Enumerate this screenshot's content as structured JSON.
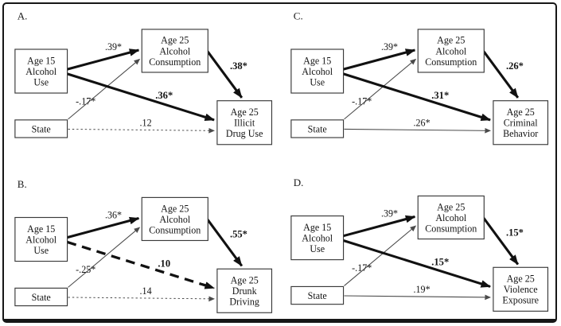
{
  "figure": {
    "description": "Four-panel path model diagram",
    "colors": {
      "background": "#ffffff",
      "frame_border": "#161616",
      "box_border": "#3a3a3a",
      "thick_path": "#111111",
      "thin_path": "#4a4a4a",
      "text": "#141414"
    },
    "panels": [
      {
        "id": "a",
        "label": "A.",
        "boxes": {
          "predictor": [
            "Age 15",
            "Alcohol",
            "Use"
          ],
          "covariate": [
            "State"
          ],
          "mediator": [
            "Age 25",
            "Alcohol",
            "Consumption"
          ],
          "outcome": [
            "Age 25",
            "Illicit",
            "Drug Use"
          ]
        },
        "paths": [
          {
            "name": "predictor-to-mediator",
            "label": ".39*",
            "style": "thick-solid",
            "bold": false
          },
          {
            "name": "covariate-to-mediator",
            "label": "-.17*",
            "style": "thin-solid",
            "bold": false
          },
          {
            "name": "predictor-to-outcome",
            "label": ".36*",
            "style": "thick-solid",
            "bold": true
          },
          {
            "name": "mediator-to-outcome",
            "label": ".38*",
            "style": "thick-solid",
            "bold": true
          },
          {
            "name": "covariate-to-outcome",
            "label": ".12",
            "style": "thin-dotted",
            "bold": false
          }
        ]
      },
      {
        "id": "b",
        "label": "B.",
        "boxes": {
          "predictor": [
            "Age 15",
            "Alcohol",
            "Use"
          ],
          "covariate": [
            "State"
          ],
          "mediator": [
            "Age 25",
            "Alcohol",
            "Consumption"
          ],
          "outcome": [
            "Age 25",
            "Drunk",
            "Driving"
          ]
        },
        "paths": [
          {
            "name": "predictor-to-mediator",
            "label": ".36*",
            "style": "thick-solid",
            "bold": false
          },
          {
            "name": "covariate-to-mediator",
            "label": "-.25*",
            "style": "thin-solid",
            "bold": false
          },
          {
            "name": "predictor-to-outcome",
            "label": ".10",
            "style": "thick-dashed",
            "bold": true
          },
          {
            "name": "mediator-to-outcome",
            "label": ".55*",
            "style": "thick-solid",
            "bold": true
          },
          {
            "name": "covariate-to-outcome",
            "label": ".14",
            "style": "thin-dotted",
            "bold": false
          }
        ]
      },
      {
        "id": "c",
        "label": "C.",
        "boxes": {
          "predictor": [
            "Age 15",
            "Alcohol",
            "Use"
          ],
          "covariate": [
            "State"
          ],
          "mediator": [
            "Age 25",
            "Alcohol",
            "Consumption"
          ],
          "outcome": [
            "Age 25",
            "Criminal",
            "Behavior"
          ]
        },
        "paths": [
          {
            "name": "predictor-to-mediator",
            "label": ".39*",
            "style": "thick-solid",
            "bold": false
          },
          {
            "name": "covariate-to-mediator",
            "label": "-.17*",
            "style": "thin-solid",
            "bold": false
          },
          {
            "name": "predictor-to-outcome",
            "label": ".31*",
            "style": "thick-solid",
            "bold": true
          },
          {
            "name": "mediator-to-outcome",
            "label": ".26*",
            "style": "thick-solid",
            "bold": true
          },
          {
            "name": "covariate-to-outcome",
            "label": ".26*",
            "style": "thin-solid",
            "bold": false
          }
        ]
      },
      {
        "id": "d",
        "label": "D.",
        "boxes": {
          "predictor": [
            "Age 15",
            "Alcohol",
            "Use"
          ],
          "covariate": [
            "State"
          ],
          "mediator": [
            "Age 25",
            "Alcohol",
            "Consumption"
          ],
          "outcome": [
            "Age 25",
            "Violence",
            "Exposure"
          ]
        },
        "paths": [
          {
            "name": "predictor-to-mediator",
            "label": ".39*",
            "style": "thick-solid",
            "bold": false
          },
          {
            "name": "covariate-to-mediator",
            "label": "-.17*",
            "style": "thin-solid",
            "bold": false
          },
          {
            "name": "predictor-to-outcome",
            "label": ".15*",
            "style": "thick-solid",
            "bold": true
          },
          {
            "name": "mediator-to-outcome",
            "label": ".15*",
            "style": "thick-solid",
            "bold": true
          },
          {
            "name": "covariate-to-outcome",
            "label": ".19*",
            "style": "thin-solid",
            "bold": false
          }
        ]
      }
    ]
  }
}
